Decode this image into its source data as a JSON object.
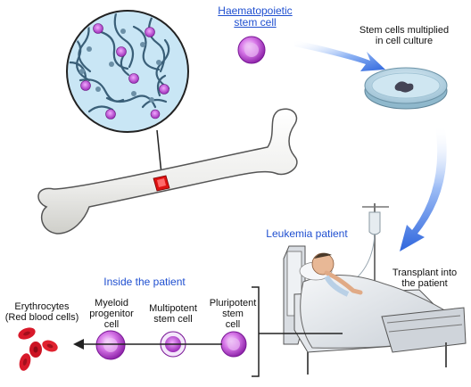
{
  "labels": {
    "hsc_line1": "Haematopoietic",
    "hsc_line2": "stem cell",
    "culture_line1": "Stem cells multiplied",
    "culture_line2": "in cell culture",
    "leukemia": "Leukemia patient",
    "transplant_line1": "Transplant into",
    "transplant_line2": "the patient",
    "inside": "Inside the patient",
    "pluri_line1": "Pluripotent",
    "pluri_line2": "stem",
    "pluri_line3": "cell",
    "multi_line1": "Multipotent",
    "multi_line2": "stem cell",
    "myeloid_line1": "Myeloid",
    "myeloid_line2": "progenitor",
    "myeloid_line3": "cell",
    "ery_line1": "Erythrocytes",
    "ery_line2": "(Red blood cells)"
  },
  "colors": {
    "heading_blue": "#1f4fd0",
    "arrow_blue": "#3a73e8",
    "stem_cell_purple": "#b043c8",
    "red_blood_cell": "#d8192a",
    "bone_fill": "#f3f3f1"
  }
}
